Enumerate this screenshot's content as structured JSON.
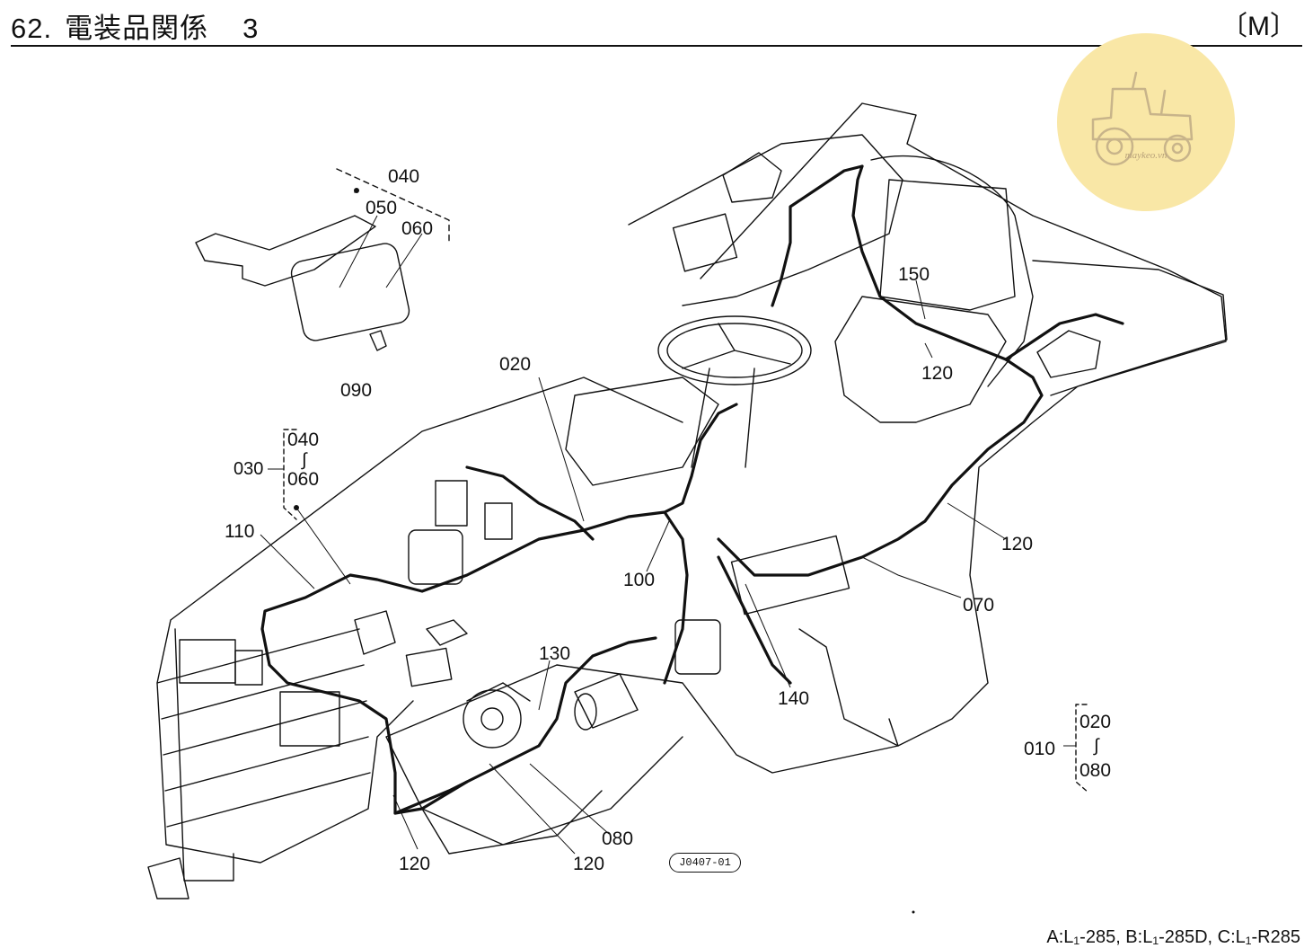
{
  "header": {
    "number": "62.",
    "title": "電装品関係",
    "page": "3",
    "mark": "〔M〕"
  },
  "callouts": {
    "c040_top": "040",
    "c050": "050",
    "c060_top": "060",
    "c090": "090",
    "c020": "020",
    "c030": "030",
    "c040_group": "040",
    "c060_group": "060",
    "c110": "110",
    "c150": "150",
    "c120_seat": "120",
    "c120_right": "120",
    "c070": "070",
    "c100": "100",
    "c130": "130",
    "c140": "140",
    "c080_bottom": "080",
    "c120_bottom_left": "120",
    "c120_bottom_mid": "120",
    "c010": "010",
    "c020_group": "020",
    "c080_group": "080",
    "range_mark": "∫"
  },
  "drawing_ref": "J0407-01",
  "watermark": {
    "text": "maykeo.vn"
  },
  "footer": {
    "models": "A:L₁-285, B:L₁-285D, C:L₁-R285"
  }
}
